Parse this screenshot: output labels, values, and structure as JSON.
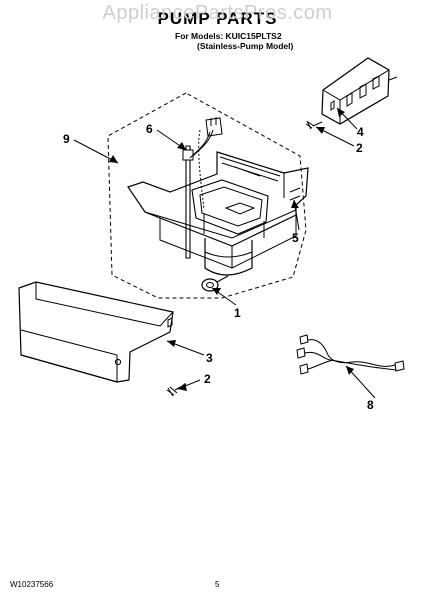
{
  "watermark": "AppliancePartsPros.com",
  "title": "PUMP PARTS",
  "models": {
    "line1": "For Models: KUIC15PLTS2",
    "line2": "(Stainless-Pump Model)"
  },
  "callouts": [
    "9",
    "6",
    "4",
    "2",
    "5",
    "1",
    "3",
    "2",
    "8"
  ],
  "footer": {
    "document_code": "W10237566",
    "page_number": "5"
  }
}
